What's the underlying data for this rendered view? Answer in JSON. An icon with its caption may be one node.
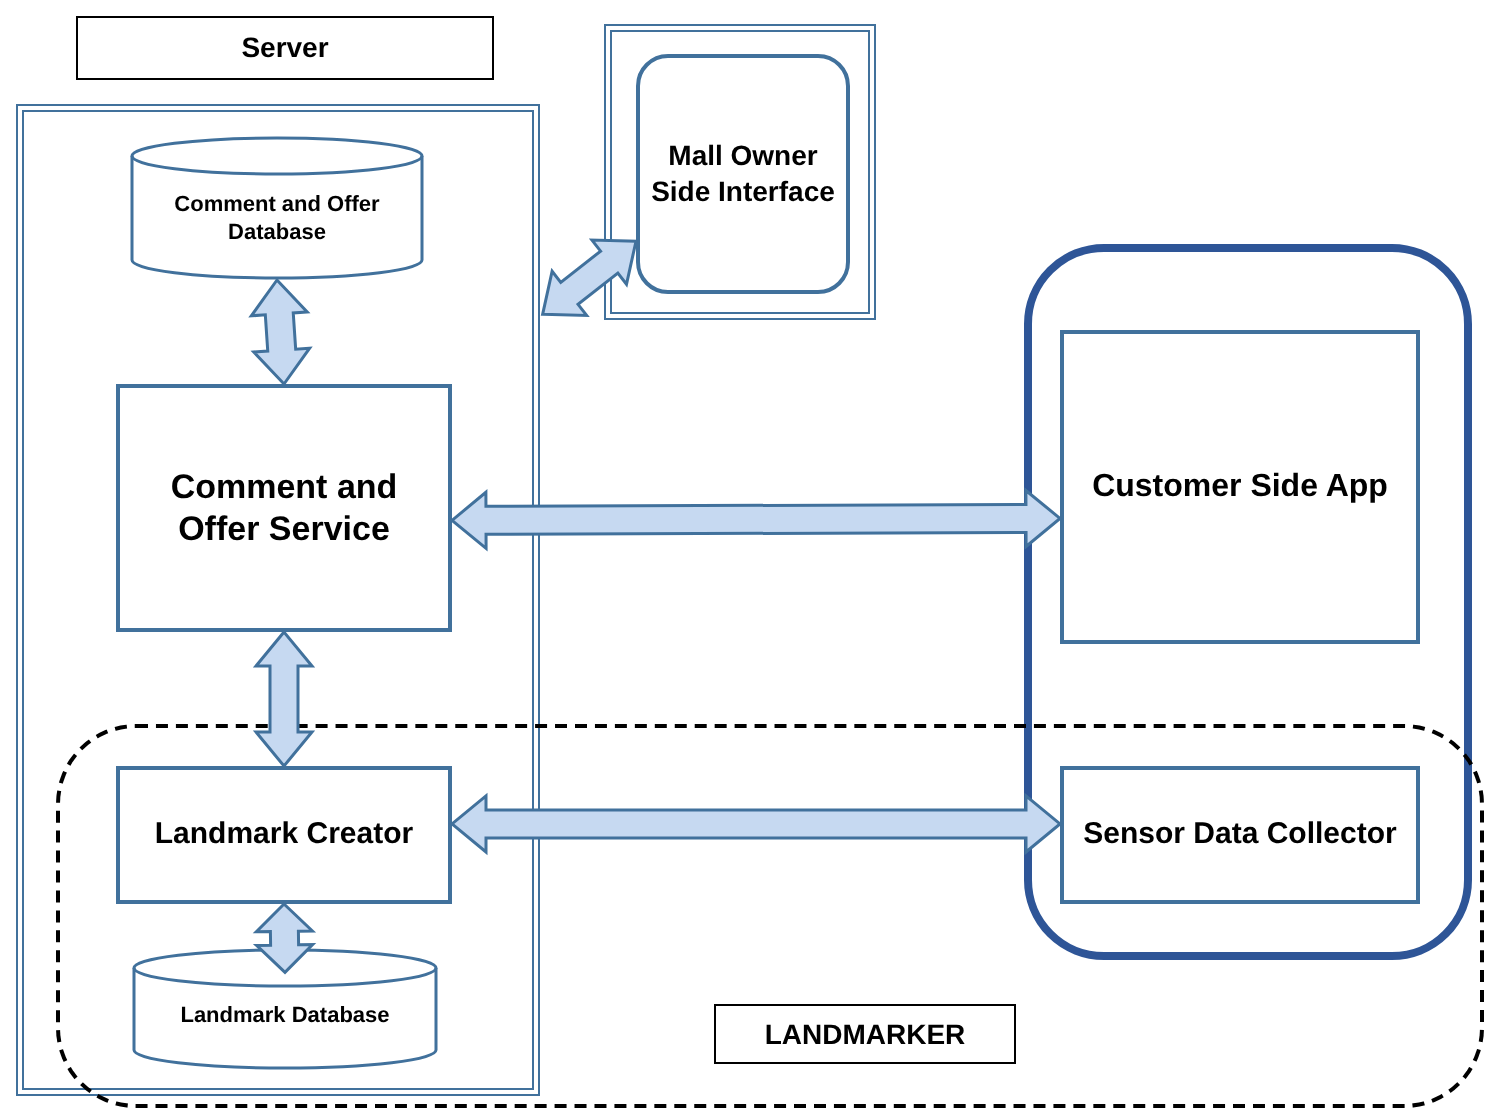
{
  "diagram": {
    "nodes": [
      {
        "text": [
          "Server"
        ]
      },
      {
        "text": [],
        "shape": "box"
      },
      {
        "text": [
          "Comment and Offer Database"
        ],
        "in": 1
      },
      {
        "text": [
          "Comment and Offer Service"
        ],
        "in": 1
      },
      {
        "text": [
          "Landmark Creator"
        ]
      },
      {
        "text": [
          "Landmark Database"
        ]
      },
      {
        "text": [],
        "shape": "box"
      },
      {
        "text": [
          "Mall Owner Side Interface"
        ],
        "in": 6
      },
      {
        "text": [],
        "shape": "box"
      },
      {
        "text": [
          "Customer Side App"
        ],
        "in": 8
      },
      {
        "text": [
          "Sensor Data Collector"
        ]
      },
      {
        "text": [
          "LANDMARKER"
        ]
      }
    ],
    "edges": [
      {
        "from": 2,
        "to": 3,
        "arrow": "both"
      },
      {
        "from": 3,
        "to": 4,
        "arrow": "both"
      },
      {
        "from": 4,
        "to": 5,
        "arrow": "both"
      },
      {
        "from": 1,
        "to": 7,
        "arrow": "both"
      },
      {
        "from": 3,
        "to": 9,
        "arrow": "both"
      },
      {
        "from": 4,
        "to": 10,
        "arrow": "both"
      }
    ]
  }
}
